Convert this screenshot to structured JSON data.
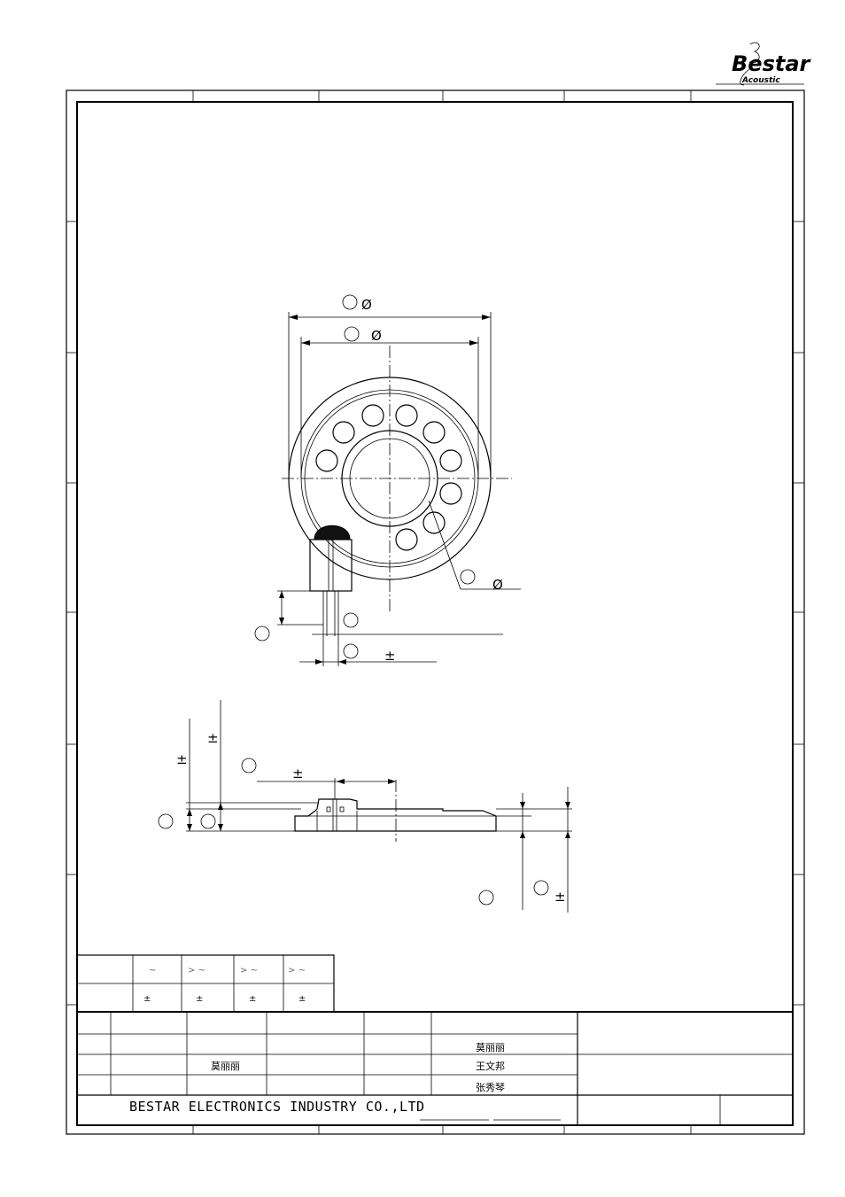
{
  "logo": {
    "brand": "Bestar",
    "sub": "Acoustic"
  },
  "top_view": {
    "dia_outer_symbol": "Ø",
    "dia_inner_symbol": "Ø",
    "hole_dia_symbol": "Ø",
    "pin_pitch_symbol": "±"
  },
  "side_view": {
    "height_symbol_1": "±",
    "height_symbol_2": "±",
    "offset_symbol": "±",
    "thickness_symbol": "±"
  },
  "tolerance_table": {
    "ranges": [
      "~",
      "> ~",
      "> ~",
      ">  ~"
    ],
    "tolerances": [
      "±",
      "±",
      "±",
      "±"
    ]
  },
  "title_block": {
    "signatures": {
      "designer": "莫丽丽",
      "drawn": "莫丽丽",
      "checked": "王文邦",
      "approved": "张秀琴"
    },
    "company": "BESTAR ELECTRONICS INDUSTRY CO.,LTD"
  }
}
